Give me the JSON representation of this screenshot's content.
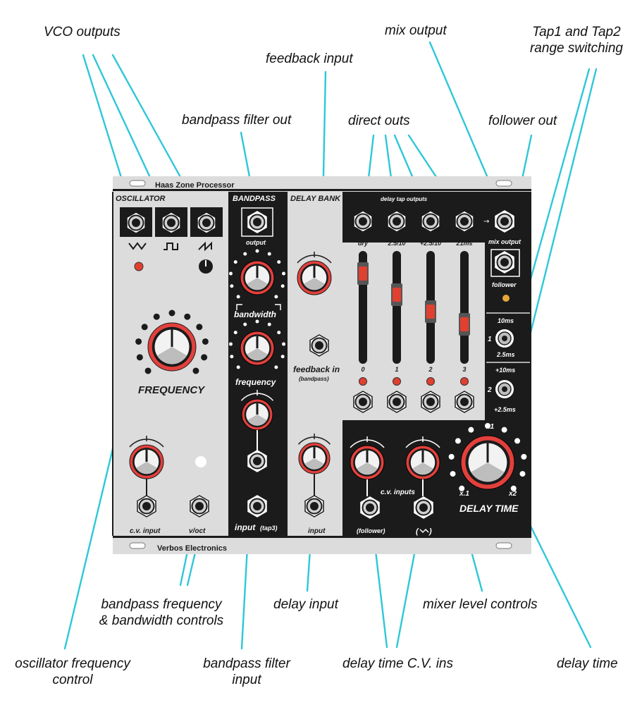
{
  "module": {
    "name": "Haas Zone Processor",
    "maker": "Verbos Electronics"
  },
  "sections": {
    "oscillator": "OSCILLATOR",
    "bandpass": "BANDPASS",
    "delay_bank": "DELAY BANK"
  },
  "panel_labels": {
    "frequency": "FREQUENCY",
    "cv_input": "c.v. input",
    "voct": "v/oct",
    "bp_output": "output",
    "bandwidth": "bandwidth",
    "bp_frequency": "frequency",
    "bp_input": "input",
    "bp_input_tap": "(tap3)",
    "feedback_in": "feedback in",
    "feedback_in_sub": "(bandpass)",
    "delay_input": "input",
    "delay_tap_outputs": "delay tap outputs",
    "tap_labels": [
      "dry",
      "2.5/10",
      "+2.5/10",
      "21ms"
    ],
    "slider_numbers": [
      "0",
      "1",
      "2",
      "3"
    ],
    "mix_output": "mix output",
    "follower": "follower",
    "sw1_top": "10ms",
    "sw1_num": "1",
    "sw1_bot": "2.5ms",
    "sw2_top": "+10ms",
    "sw2_num": "2",
    "sw2_bot": "+2.5ms",
    "cv_inputs": "c.v. inputs",
    "cv_follower": "(follower)",
    "delay_time": "DELAY TIME",
    "x1": "x1",
    "x_1": "x.1",
    "x2": "x2"
  },
  "callouts": {
    "vco_outputs": "VCO outputs",
    "feedback_input": "feedback input",
    "mix_output": "mix output",
    "tap_range_1": "Tap1 and Tap2",
    "tap_range_2": "range switching",
    "bandpass_filter_out": "bandpass filter out",
    "direct_outs": "direct outs",
    "follower_out": "follower out",
    "bp_freq_bw_1": "bandpass frequency",
    "bp_freq_bw_2": "& bandwidth controls",
    "delay_input": "delay input",
    "mixer_level_controls": "mixer level controls",
    "osc_freq_1": "oscillator frequency",
    "osc_freq_2": "control",
    "bp_filter_input_1": "bandpass filter",
    "bp_filter_input_2": "input",
    "delay_time_cv_ins": "delay time C.V. ins",
    "delay_time": "delay time"
  },
  "colors": {
    "leader_line": "#2ec7d8",
    "panel_light": "#dcdcdc",
    "panel_dark": "#1b1b1b",
    "knob_ring": "#e3403c",
    "led_red": "#e0402f",
    "led_amber": "#e8a63a"
  }
}
